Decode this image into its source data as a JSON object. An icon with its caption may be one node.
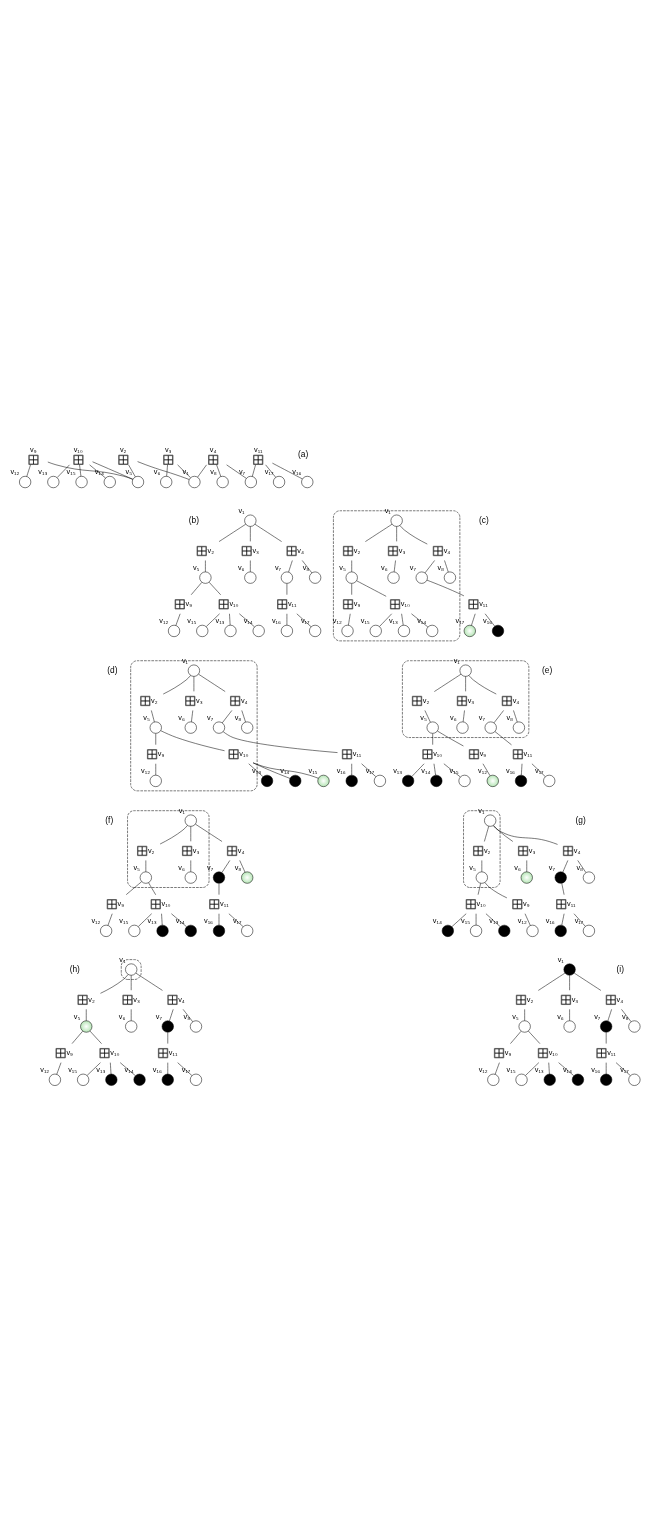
{
  "diagram": {
    "nodes": [
      {
        "text": [],
        "shape": "box",
        "beside": [
          "v₉"
        ]
      },
      {
        "text": [],
        "shape": "box",
        "beside": [
          "v₁₀"
        ]
      },
      {
        "text": [],
        "shape": "box",
        "beside": [
          "v₂"
        ]
      },
      {
        "text": [],
        "shape": "box",
        "beside": [
          "v₃"
        ]
      },
      {
        "text": [],
        "shape": "box",
        "beside": [
          "v₄"
        ]
      },
      {
        "text": [],
        "shape": "box",
        "beside": [
          "v₁₁"
        ]
      },
      {
        "text": [],
        "shape": "circle",
        "beside": [
          "v₅"
        ]
      },
      {
        "text": [],
        "shape": "circle",
        "beside": [
          "v₁₅"
        ]
      },
      {
        "text": [],
        "shape": "circle",
        "beside": [
          "v₁₄"
        ]
      },
      {
        "text": [],
        "shape": "circle",
        "beside": [
          "v₁₂"
        ]
      },
      {
        "text": [],
        "shape": "circle",
        "beside": [
          "v₁₃"
        ]
      },
      {
        "text": [],
        "shape": "circle",
        "beside": [
          "v₁"
        ]
      },
      {
        "text": [],
        "shape": "circle",
        "beside": [
          "v₆"
        ]
      },
      {
        "text": [],
        "shape": "circle",
        "beside": [
          "v₇"
        ]
      },
      {
        "text": [],
        "shape": "circle",
        "beside": [
          "v₈"
        ]
      },
      {
        "text": [],
        "shape": "circle",
        "beside": [
          "v₁₆"
        ]
      },
      {
        "text": [],
        "shape": "circle",
        "beside": [
          "v₁₇"
        ]
      },
      {
        "text": [],
        "shape": "circle",
        "beside": [
          "v₁"
        ]
      },
      {
        "text": [],
        "shape": "box",
        "beside": [
          "v₂"
        ]
      },
      {
        "text": [],
        "shape": "box",
        "beside": [
          "v₃"
        ]
      },
      {
        "text": [],
        "shape": "box",
        "beside": [
          "v₄"
        ]
      },
      {
        "text": [],
        "shape": "circle",
        "beside": [
          "v₅"
        ]
      },
      {
        "text": [],
        "shape": "circle",
        "beside": [
          "v₆"
        ]
      },
      {
        "text": [],
        "shape": "circle",
        "beside": [
          "v₇"
        ]
      },
      {
        "text": [],
        "shape": "circle",
        "beside": [
          "v₈"
        ]
      },
      {
        "text": [],
        "shape": "box",
        "beside": [
          "v₉"
        ]
      },
      {
        "text": [],
        "shape": "box",
        "beside": [
          "v₁₀"
        ]
      },
      {
        "text": [],
        "shape": "box",
        "beside": [
          "v₁₁"
        ]
      },
      {
        "text": [],
        "shape": "circle",
        "beside": [
          "v₁₂"
        ]
      },
      {
        "text": [],
        "shape": "circle",
        "beside": [
          "v₁₃"
        ]
      },
      {
        "text": [],
        "shape": "circle",
        "beside": [
          "v₁₄"
        ]
      },
      {
        "text": [],
        "shape": "circle",
        "beside": [
          "v₁₅"
        ]
      },
      {
        "text": [],
        "shape": "circle",
        "beside": [
          "v₁₆"
        ]
      },
      {
        "text": [],
        "shape": "circle",
        "beside": [
          "v₁₇"
        ]
      },
      {
        "text": [],
        "shape": "region"
      },
      {
        "text": [],
        "shape": "circle",
        "beside": [
          "v₁"
        ],
        "in": 34
      },
      {
        "text": [],
        "shape": "box",
        "beside": [
          "v₂"
        ],
        "in": 34
      },
      {
        "text": [],
        "shape": "box",
        "beside": [
          "v₃"
        ],
        "in": 34
      },
      {
        "text": [],
        "shape": "box",
        "beside": [
          "v₄"
        ],
        "in": 34
      },
      {
        "text": [],
        "shape": "circle",
        "beside": [
          "v₅"
        ],
        "in": 34
      },
      {
        "text": [],
        "shape": "circle",
        "beside": [
          "v₆"
        ],
        "in": 34
      },
      {
        "text": [],
        "shape": "circle",
        "beside": [
          "v₇"
        ],
        "in": 34
      },
      {
        "text": [],
        "shape": "circle",
        "beside": [
          "v₈"
        ],
        "in": 34
      },
      {
        "text": [],
        "shape": "box",
        "beside": [
          "v₉"
        ],
        "in": 34
      },
      {
        "text": [],
        "shape": "box",
        "beside": [
          "v₁₀"
        ],
        "in": 34
      },
      {
        "text": [],
        "shape": "box",
        "beside": [
          "v₁₁"
        ]
      },
      {
        "text": [],
        "shape": "circle",
        "beside": [
          "v₁₂"
        ],
        "in": 34
      },
      {
        "text": [],
        "shape": "circle",
        "beside": [
          "v₁₃"
        ],
        "in": 34
      },
      {
        "text": [],
        "shape": "circle",
        "beside": [
          "v₁₄"
        ],
        "in": 34
      },
      {
        "text": [],
        "shape": "circle",
        "beside": [
          "v₁₅"
        ],
        "in": 34
      },
      {
        "text": [],
        "shape": "circle",
        "beside": [
          "v₁₆"
        ]
      },
      {
        "text": [],
        "shape": "circle",
        "beside": [
          "v₁₇"
        ]
      },
      {
        "text": [],
        "shape": "region"
      },
      {
        "text": [],
        "shape": "circle",
        "beside": [
          "v₁"
        ],
        "in": 52
      },
      {
        "text": [],
        "shape": "box",
        "beside": [
          "v₂"
        ],
        "in": 52
      },
      {
        "text": [],
        "shape": "box",
        "beside": [
          "v₃"
        ],
        "in": 52
      },
      {
        "text": [],
        "shape": "box",
        "beside": [
          "v₄"
        ],
        "in": 52
      },
      {
        "text": [],
        "shape": "circle",
        "beside": [
          "v₅"
        ],
        "in": 52
      },
      {
        "text": [],
        "shape": "circle",
        "beside": [
          "v₆"
        ],
        "in": 52
      },
      {
        "text": [],
        "shape": "circle",
        "beside": [
          "v₇"
        ],
        "in": 52
      },
      {
        "text": [],
        "shape": "circle",
        "beside": [
          "v₈"
        ],
        "in": 52
      },
      {
        "text": [],
        "shape": "box",
        "beside": [
          "v₉"
        ],
        "in": 52
      },
      {
        "text": [],
        "shape": "box",
        "beside": [
          "v₁₀"
        ],
        "in": 52
      },
      {
        "text": [],
        "shape": "box",
        "beside": [
          "v₁₁"
        ]
      },
      {
        "text": [],
        "shape": "circle",
        "beside": [
          "v₁₂"
        ],
        "in": 52
      },
      {
        "text": [],
        "shape": "circle",
        "beside": [
          "v₁₃"
        ]
      },
      {
        "text": [],
        "shape": "circle",
        "beside": [
          "v₁₄"
        ]
      },
      {
        "text": [],
        "shape": "circle",
        "beside": [
          "v₁₅"
        ]
      },
      {
        "text": [],
        "shape": "circle",
        "beside": [
          "v₁₆"
        ]
      },
      {
        "text": [],
        "shape": "circle",
        "beside": [
          "v₁₇"
        ]
      },
      {
        "text": [],
        "shape": "region"
      },
      {
        "text": [],
        "shape": "circle",
        "beside": [
          "v₁"
        ],
        "in": 70
      },
      {
        "text": [],
        "shape": "box",
        "beside": [
          "v₂"
        ],
        "in": 70
      },
      {
        "text": [],
        "shape": "box",
        "beside": [
          "v₃"
        ],
        "in": 70
      },
      {
        "text": [],
        "shape": "box",
        "beside": [
          "v₄"
        ],
        "in": 70
      },
      {
        "text": [],
        "shape": "circle",
        "beside": [
          "v₅"
        ],
        "in": 70
      },
      {
        "text": [],
        "shape": "circle",
        "beside": [
          "v₆"
        ],
        "in": 70
      },
      {
        "text": [],
        "shape": "circle",
        "beside": [
          "v₇"
        ],
        "in": 70
      },
      {
        "text": [],
        "shape": "circle",
        "beside": [
          "v₈"
        ],
        "in": 70
      },
      {
        "text": [],
        "shape": "box",
        "beside": [
          "v₉"
        ]
      },
      {
        "text": [],
        "shape": "box",
        "beside": [
          "v₁₀"
        ]
      },
      {
        "text": [],
        "shape": "box",
        "beside": [
          "v₁₁"
        ]
      },
      {
        "text": [],
        "shape": "circle",
        "beside": [
          "v₁₂"
        ]
      },
      {
        "text": [],
        "shape": "circle",
        "beside": [
          "v₁₃"
        ]
      },
      {
        "text": [],
        "shape": "circle",
        "beside": [
          "v₁₄"
        ]
      },
      {
        "text": [],
        "shape": "circle",
        "beside": [
          "v₁₅"
        ]
      },
      {
        "text": [],
        "shape": "circle",
        "beside": [
          "v₁₆"
        ]
      },
      {
        "text": [],
        "shape": "circle",
        "beside": [
          "v₁₇"
        ]
      },
      {
        "text": [],
        "shape": "region"
      },
      {
        "text": [],
        "shape": "circle",
        "beside": [
          "v₁"
        ],
        "in": 88
      },
      {
        "text": [],
        "shape": "box",
        "beside": [
          "v₂"
        ],
        "in": 88
      },
      {
        "text": [],
        "shape": "box",
        "beside": [
          "v₃"
        ],
        "in": 88
      },
      {
        "text": [],
        "shape": "box",
        "beside": [
          "v₄"
        ]
      },
      {
        "text": [],
        "shape": "circle",
        "beside": [
          "v₅"
        ],
        "in": 88
      },
      {
        "text": [],
        "shape": "circle",
        "beside": [
          "v₆"
        ],
        "in": 88
      },
      {
        "text": [],
        "shape": "circle",
        "beside": [
          "v₇"
        ]
      },
      {
        "text": [],
        "shape": "circle",
        "beside": [
          "v₈"
        ]
      },
      {
        "text": [],
        "shape": "box",
        "beside": [
          "v₉"
        ]
      },
      {
        "text": [],
        "shape": "box",
        "beside": [
          "v₁₀"
        ]
      },
      {
        "text": [],
        "shape": "box",
        "beside": [
          "v₁₁"
        ]
      },
      {
        "text": [],
        "shape": "circle",
        "beside": [
          "v₁₂"
        ]
      },
      {
        "text": [],
        "shape": "circle",
        "beside": [
          "v₁₃"
        ]
      },
      {
        "text": [],
        "shape": "circle",
        "beside": [
          "v₁₄"
        ]
      },
      {
        "text": [],
        "shape": "circle",
        "beside": [
          "v₁₅"
        ]
      },
      {
        "text": [],
        "shape": "circle",
        "beside": [
          "v₁₆"
        ]
      },
      {
        "text": [],
        "shape": "circle",
        "beside": [
          "v₁₇"
        ]
      },
      {
        "text": [],
        "shape": "region"
      },
      {
        "text": [],
        "shape": "circle",
        "beside": [
          "v₁"
        ],
        "in": 106
      },
      {
        "text": [],
        "shape": "box",
        "beside": [
          "v₂"
        ],
        "in": 106
      },
      {
        "text": [],
        "shape": "box",
        "beside": [
          "v₃"
        ]
      },
      {
        "text": [],
        "shape": "box",
        "beside": [
          "v₄"
        ]
      },
      {
        "text": [],
        "shape": "circle",
        "beside": [
          "v₅"
        ],
        "in": 106
      },
      {
        "text": [],
        "shape": "circle",
        "beside": [
          "v₆"
        ]
      },
      {
        "text": [],
        "shape": "circle",
        "beside": [
          "v₇"
        ]
      },
      {
        "text": [],
        "shape": "circle",
        "beside": [
          "v₈"
        ]
      },
      {
        "text": [],
        "shape": "box",
        "beside": [
          "v₉"
        ]
      },
      {
        "text": [],
        "shape": "box",
        "beside": [
          "v₁₀"
        ]
      },
      {
        "text": [],
        "shape": "box",
        "beside": [
          "v₁₁"
        ]
      },
      {
        "text": [],
        "shape": "circle",
        "beside": [
          "v₁₂"
        ]
      },
      {
        "text": [],
        "shape": "circle",
        "beside": [
          "v₁₃"
        ]
      },
      {
        "text": [],
        "shape": "circle",
        "beside": [
          "v₁₄"
        ]
      },
      {
        "text": [],
        "shape": "circle",
        "beside": [
          "v₁₅"
        ]
      },
      {
        "text": [],
        "shape": "circle",
        "beside": [
          "v₁₆"
        ]
      },
      {
        "text": [],
        "shape": "circle",
        "beside": [
          "v₁₇"
        ]
      },
      {
        "text": [],
        "shape": "region"
      },
      {
        "text": [],
        "shape": "circle",
        "beside": [
          "v₁"
        ],
        "in": 124
      },
      {
        "text": [],
        "shape": "box",
        "beside": [
          "v₂"
        ]
      },
      {
        "text": [],
        "shape": "box",
        "beside": [
          "v₃"
        ]
      },
      {
        "text": [],
        "shape": "box",
        "beside": [
          "v₄"
        ]
      },
      {
        "text": [],
        "shape": "circle",
        "beside": [
          "v₅"
        ]
      },
      {
        "text": [],
        "shape": "circle",
        "beside": [
          "v₆"
        ]
      },
      {
        "text": [],
        "shape": "circle",
        "beside": [
          "v₇"
        ]
      },
      {
        "text": [],
        "shape": "circle",
        "beside": [
          "v₈"
        ]
      },
      {
        "text": [],
        "shape": "box",
        "beside": [
          "v₉"
        ]
      },
      {
        "text": [],
        "shape": "box",
        "beside": [
          "v₁₀"
        ]
      },
      {
        "text": [],
        "shape": "box",
        "beside": [
          "v₁₁"
        ]
      },
      {
        "text": [],
        "shape": "circle",
        "beside": [
          "v₁₂"
        ]
      },
      {
        "text": [],
        "shape": "circle",
        "beside": [
          "v₁₃"
        ]
      },
      {
        "text": [],
        "shape": "circle",
        "beside": [
          "v₁₄"
        ]
      },
      {
        "text": [],
        "shape": "circle",
        "beside": [
          "v₁₅"
        ]
      },
      {
        "text": [],
        "shape": "circle",
        "beside": [
          "v₁₆"
        ]
      },
      {
        "text": [],
        "shape": "circle",
        "beside": [
          "v₁₇"
        ]
      },
      {
        "text": [],
        "shape": "circle",
        "beside": [
          "v₁"
        ]
      },
      {
        "text": [],
        "shape": "box",
        "beside": [
          "v₂"
        ]
      },
      {
        "text": [],
        "shape": "box",
        "beside": [
          "v₃"
        ]
      },
      {
        "text": [],
        "shape": "box",
        "beside": [
          "v₄"
        ]
      },
      {
        "text": [],
        "shape": "circle",
        "beside": [
          "v₅"
        ]
      },
      {
        "text": [],
        "shape": "circle",
        "beside": [
          "v₆"
        ]
      },
      {
        "text": [],
        "shape": "circle",
        "beside": [
          "v₇"
        ]
      },
      {
        "text": [],
        "shape": "circle",
        "beside": [
          "v₈"
        ]
      },
      {
        "text": [],
        "shape": "box",
        "beside": [
          "v₉"
        ]
      },
      {
        "text": [],
        "shape": "box",
        "beside": [
          "v₁₀"
        ]
      },
      {
        "text": [],
        "shape": "box",
        "beside": [
          "v₁₁"
        ]
      },
      {
        "text": [],
        "shape": "circle",
        "beside": [
          "v₁₂"
        ]
      },
      {
        "text": [],
        "shape": "circle",
        "beside": [
          "v₁₃"
        ]
      },
      {
        "text": [],
        "shape": "circle",
        "beside": [
          "v₁₄"
        ]
      },
      {
        "text": [],
        "shape": "circle",
        "beside": [
          "v₁₅"
        ]
      },
      {
        "text": [],
        "shape": "circle",
        "beside": [
          "v₁₆"
        ]
      },
      {
        "text": [],
        "shape": "circle",
        "beside": [
          "v₁₇"
        ]
      }
    ],
    "edges": [
      {
        "from": 0,
        "to": 6,
        "arrow": "none"
      },
      {
        "from": 0,
        "to": 9,
        "arrow": "none"
      },
      {
        "from": 1,
        "to": 6,
        "arrow": "none"
      },
      {
        "from": 1,
        "to": 7,
        "arrow": "none"
      },
      {
        "from": 1,
        "to": 8,
        "arrow": "none"
      },
      {
        "from": 1,
        "to": 10,
        "arrow": "none"
      },
      {
        "from": 2,
        "to": 6,
        "arrow": "none"
      },
      {
        "from": 2,
        "to": 11,
        "arrow": "none"
      },
      {
        "from": 3,
        "to": 11,
        "arrow": "none"
      },
      {
        "from": 3,
        "to": 12,
        "arrow": "none"
      },
      {
        "from": 4,
        "to": 11,
        "arrow": "none"
      },
      {
        "from": 4,
        "to": 13,
        "arrow": "none"
      },
      {
        "from": 4,
        "to": 14,
        "arrow": "none"
      },
      {
        "from": 5,
        "to": 13,
        "arrow": "none"
      },
      {
        "from": 5,
        "to": 15,
        "arrow": "none"
      },
      {
        "from": 5,
        "to": 16,
        "arrow": "none"
      },
      {
        "from": 17,
        "to": 18,
        "arrow": "none"
      },
      {
        "from": 17,
        "to": 19,
        "arrow": "none"
      },
      {
        "from": 17,
        "to": 20,
        "arrow": "none"
      },
      {
        "from": 18,
        "to": 21,
        "arrow": "none"
      },
      {
        "from": 19,
        "to": 22,
        "arrow": "none"
      },
      {
        "from": 20,
        "to": 23,
        "arrow": "none"
      },
      {
        "from": 20,
        "to": 24,
        "arrow": "none"
      },
      {
        "from": 21,
        "to": 25,
        "arrow": "none"
      },
      {
        "from": 21,
        "to": 26,
        "arrow": "none"
      },
      {
        "from": 23,
        "to": 27,
        "arrow": "none"
      },
      {
        "from": 25,
        "to": 28,
        "arrow": "none"
      },
      {
        "from": 26,
        "to": 29,
        "arrow": "none"
      },
      {
        "from": 26,
        "to": 30,
        "arrow": "none"
      },
      {
        "from": 26,
        "to": 31,
        "arrow": "none"
      },
      {
        "from": 27,
        "to": 32,
        "arrow": "none"
      },
      {
        "from": 27,
        "to": 33,
        "arrow": "none"
      },
      {
        "from": 35,
        "to": 36,
        "arrow": "none"
      },
      {
        "from": 35,
        "to": 37,
        "arrow": "none"
      },
      {
        "from": 35,
        "to": 38,
        "arrow": "none"
      },
      {
        "from": 36,
        "to": 39,
        "arrow": "none"
      },
      {
        "from": 37,
        "to": 40,
        "arrow": "none"
      },
      {
        "from": 38,
        "to": 41,
        "arrow": "none"
      },
      {
        "from": 38,
        "to": 42,
        "arrow": "none"
      },
      {
        "from": 39,
        "to": 43,
        "arrow": "none"
      },
      {
        "from": 39,
        "to": 44,
        "arrow": "none"
      },
      {
        "from": 41,
        "to": 45,
        "arrow": "none"
      },
      {
        "from": 43,
        "to": 46,
        "arrow": "none"
      },
      {
        "from": 44,
        "to": 47,
        "arrow": "none"
      },
      {
        "from": 44,
        "to": 48,
        "arrow": "none"
      },
      {
        "from": 44,
        "to": 49,
        "arrow": "none"
      },
      {
        "from": 45,
        "to": 50,
        "arrow": "none"
      },
      {
        "from": 45,
        "to": 51,
        "arrow": "none"
      },
      {
        "from": 53,
        "to": 54,
        "arrow": "none"
      },
      {
        "from": 53,
        "to": 55,
        "arrow": "none"
      },
      {
        "from": 53,
        "to": 56,
        "arrow": "none"
      },
      {
        "from": 54,
        "to": 57,
        "arrow": "none"
      },
      {
        "from": 55,
        "to": 58,
        "arrow": "none"
      },
      {
        "from": 56,
        "to": 59,
        "arrow": "none"
      },
      {
        "from": 56,
        "to": 60,
        "arrow": "none"
      },
      {
        "from": 57,
        "to": 61,
        "arrow": "none"
      },
      {
        "from": 57,
        "to": 62,
        "arrow": "none"
      },
      {
        "from": 59,
        "to": 63,
        "arrow": "none"
      },
      {
        "from": 61,
        "to": 64,
        "arrow": "none"
      },
      {
        "from": 62,
        "to": 65,
        "arrow": "none"
      },
      {
        "from": 62,
        "to": 66,
        "arrow": "none"
      },
      {
        "from": 62,
        "to": 67,
        "arrow": "none"
      },
      {
        "from": 63,
        "to": 68,
        "arrow": "none"
      },
      {
        "from": 63,
        "to": 69,
        "arrow": "none"
      },
      {
        "from": 71,
        "to": 72,
        "arrow": "none"
      },
      {
        "from": 71,
        "to": 73,
        "arrow": "none"
      },
      {
        "from": 71,
        "to": 74,
        "arrow": "none"
      },
      {
        "from": 72,
        "to": 75,
        "arrow": "none"
      },
      {
        "from": 73,
        "to": 76,
        "arrow": "none"
      },
      {
        "from": 74,
        "to": 77,
        "arrow": "none"
      },
      {
        "from": 74,
        "to": 78,
        "arrow": "none"
      },
      {
        "from": 75,
        "to": 79,
        "arrow": "none"
      },
      {
        "from": 75,
        "to": 80,
        "arrow": "none"
      },
      {
        "from": 77,
        "to": 81,
        "arrow": "none"
      },
      {
        "from": 79,
        "to": 82,
        "arrow": "none"
      },
      {
        "from": 80,
        "to": 83,
        "arrow": "none"
      },
      {
        "from": 80,
        "to": 84,
        "arrow": "none"
      },
      {
        "from": 80,
        "to": 85,
        "arrow": "none"
      },
      {
        "from": 81,
        "to": 86,
        "arrow": "none"
      },
      {
        "from": 81,
        "to": 87,
        "arrow": "none"
      },
      {
        "from": 89,
        "to": 90,
        "arrow": "none"
      },
      {
        "from": 89,
        "to": 91,
        "arrow": "none"
      },
      {
        "from": 89,
        "to": 92,
        "arrow": "none"
      },
      {
        "from": 90,
        "to": 93,
        "arrow": "none"
      },
      {
        "from": 91,
        "to": 94,
        "arrow": "none"
      },
      {
        "from": 92,
        "to": 95,
        "arrow": "none"
      },
      {
        "from": 92,
        "to": 96,
        "arrow": "none"
      },
      {
        "from": 93,
        "to": 97,
        "arrow": "none"
      },
      {
        "from": 93,
        "to": 98,
        "arrow": "none"
      },
      {
        "from": 95,
        "to": 99,
        "arrow": "none"
      },
      {
        "from": 97,
        "to": 100,
        "arrow": "none"
      },
      {
        "from": 98,
        "to": 101,
        "arrow": "none"
      },
      {
        "from": 98,
        "to": 102,
        "arrow": "none"
      },
      {
        "from": 98,
        "to": 103,
        "arrow": "none"
      },
      {
        "from": 99,
        "to": 104,
        "arrow": "none"
      },
      {
        "from": 99,
        "to": 105,
        "arrow": "none"
      },
      {
        "from": 107,
        "to": 108,
        "arrow": "none"
      },
      {
        "from": 107,
        "to": 109,
        "arrow": "none"
      },
      {
        "from": 107,
        "to": 110,
        "arrow": "none"
      },
      {
        "from": 108,
        "to": 111,
        "arrow": "none"
      },
      {
        "from": 109,
        "to": 112,
        "arrow": "none"
      },
      {
        "from": 110,
        "to": 113,
        "arrow": "none"
      },
      {
        "from": 110,
        "to": 114,
        "arrow": "none"
      },
      {
        "from": 111,
        "to": 115,
        "arrow": "none"
      },
      {
        "from": 111,
        "to": 116,
        "arrow": "none"
      },
      {
        "from": 113,
        "to": 117,
        "arrow": "none"
      },
      {
        "from": 115,
        "to": 118,
        "arrow": "none"
      },
      {
        "from": 116,
        "to": 119,
        "arrow": "none"
      },
      {
        "from": 116,
        "to": 120,
        "arrow": "none"
      },
      {
        "from": 116,
        "to": 121,
        "arrow": "none"
      },
      {
        "from": 117,
        "to": 122,
        "arrow": "none"
      },
      {
        "from": 117,
        "to": 123,
        "arrow": "none"
      },
      {
        "from": 125,
        "to": 126,
        "arrow": "none"
      },
      {
        "from": 125,
        "to": 127,
        "arrow": "none"
      },
      {
        "from": 125,
        "to": 128,
        "arrow": "none"
      },
      {
        "from": 126,
        "to": 129,
        "arrow": "none"
      },
      {
        "from": 127,
        "to": 130,
        "arrow": "none"
      },
      {
        "from": 128,
        "to": 131,
        "arrow": "none"
      },
      {
        "from": 128,
        "to": 132,
        "arrow": "none"
      },
      {
        "from": 129,
        "to": 133,
        "arrow": "none"
      },
      {
        "from": 129,
        "to": 134,
        "arrow": "none"
      },
      {
        "from": 131,
        "to": 135,
        "arrow": "none"
      },
      {
        "from": 133,
        "to": 136,
        "arrow": "none"
      },
      {
        "from": 134,
        "to": 137,
        "arrow": "none"
      },
      {
        "from": 134,
        "to": 138,
        "arrow": "none"
      },
      {
        "from": 134,
        "to": 139,
        "arrow": "none"
      },
      {
        "from": 135,
        "to": 140,
        "arrow": "none"
      },
      {
        "from": 135,
        "to": 141,
        "arrow": "none"
      },
      {
        "from": 142,
        "to": 143,
        "arrow": "none"
      },
      {
        "from": 142,
        "to": 144,
        "arrow": "none"
      },
      {
        "from": 142,
        "to": 145,
        "arrow": "none"
      },
      {
        "from": 143,
        "to": 146,
        "arrow": "none"
      },
      {
        "from": 144,
        "to": 147,
        "arrow": "none"
      },
      {
        "from": 145,
        "to": 148,
        "arrow": "none"
      },
      {
        "from": 145,
        "to": 149,
        "arrow": "none"
      },
      {
        "from": 146,
        "to": 150,
        "arrow": "none"
      },
      {
        "from": 146,
        "to": 151,
        "arrow": "none"
      },
      {
        "from": 148,
        "to": 152,
        "arrow": "none"
      },
      {
        "from": 150,
        "to": 153,
        "arrow": "none"
      },
      {
        "from": 151,
        "to": 154,
        "arrow": "none"
      },
      {
        "from": 151,
        "to": 155,
        "arrow": "none"
      },
      {
        "from": 151,
        "to": 156,
        "arrow": "none"
      },
      {
        "from": 152,
        "to": 157,
        "arrow": "none"
      },
      {
        "from": 152,
        "to": 158,
        "arrow": "none"
      }
    ],
    "labels": [
      "(a)",
      "(b)",
      "(c)",
      "(d)",
      "(e)",
      "(f)",
      "(g)",
      "(h)",
      "(i)"
    ]
  }
}
